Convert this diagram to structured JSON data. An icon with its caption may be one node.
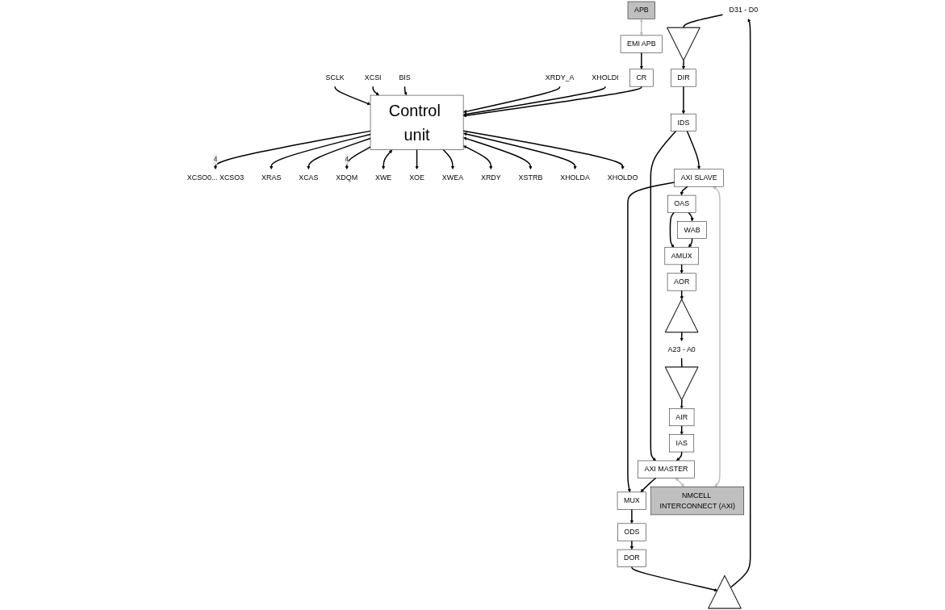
{
  "diagram": {
    "nodes": [
      {
        "text": [
          "SCLK"
        ]
      },
      {
        "text": [
          "XCSO0... XCSO3"
        ]
      },
      {
        "text": [
          "XCSI"
        ]
      },
      {
        "text": [
          "XRAS"
        ]
      },
      {
        "text": [
          "XCAS"
        ]
      },
      {
        "text": [
          "XDQM"
        ]
      },
      {
        "text": [
          "XWE"
        ]
      },
      {
        "text": [
          "XOE"
        ]
      },
      {
        "text": [
          "BIS"
        ]
      },
      {
        "text": [
          "XWEA"
        ]
      },
      {
        "text": [
          "XRDY"
        ]
      },
      {
        "text": [
          "XSTRB"
        ]
      },
      {
        "text": [
          "XRDY_A"
        ]
      },
      {
        "text": [
          "XHOLDA"
        ]
      },
      {
        "text": [
          "XHOLDI"
        ]
      },
      {
        "text": [
          "XHOLDO"
        ]
      },
      {
        "text": [
          "Control unit"
        ]
      },
      {
        "text": [
          "CR"
        ]
      },
      {
        "text": [
          "EMI APB"
        ]
      },
      {
        "text": [
          "APB"
        ]
      },
      {
        "text": [
          "D31 - D0"
        ]
      },
      {
        "text": [
          "A23 - A0"
        ]
      },
      {
        "text": [],
        "shape": "triangle"
      },
      {
        "text": [],
        "shape": "triangle"
      },
      {
        "text": [],
        "shape": "triangle"
      },
      {
        "text": [],
        "shape": "triangle"
      },
      {
        "text": [
          "DOR"
        ]
      },
      {
        "text": [
          "DIR"
        ]
      },
      {
        "text": [
          "AOR"
        ]
      },
      {
        "text": [
          "AIR"
        ]
      },
      {
        "text": [
          "AMUX"
        ]
      },
      {
        "text": [
          "ODS"
        ]
      },
      {
        "text": [
          "IDS"
        ]
      },
      {
        "text": [
          "WAB"
        ]
      },
      {
        "text": [
          "OAS"
        ]
      },
      {
        "text": [
          "IAS"
        ]
      },
      {
        "text": [
          "MUX"
        ]
      },
      {
        "text": [
          "AXI SLAVE"
        ]
      },
      {
        "text": [
          "AXI MASTER"
        ]
      },
      {
        "text": [
          "NMCELL INTERCONNECT (AXI)"
        ]
      }
    ],
    "edges": [
      {
        "from": 0,
        "to": 16,
        "arrow": "to"
      },
      {
        "from": 16,
        "to": 1,
        "arrow": "to",
        "label": "4"
      },
      {
        "from": 2,
        "to": 16,
        "arrow": "to"
      },
      {
        "from": 16,
        "to": 3,
        "arrow": "to"
      },
      {
        "from": 16,
        "to": 4,
        "arrow": "to"
      },
      {
        "from": 16,
        "to": 5,
        "arrow": "to",
        "label": "4"
      },
      {
        "from": 16,
        "to": 6,
        "arrow": "both"
      },
      {
        "from": 16,
        "to": 7,
        "arrow": "to"
      },
      {
        "from": 8,
        "to": 16,
        "arrow": "to"
      },
      {
        "from": 16,
        "to": 9,
        "arrow": "to"
      },
      {
        "from": 16,
        "to": 10,
        "arrow": "both"
      },
      {
        "from": 16,
        "to": 11,
        "arrow": "both"
      },
      {
        "from": 12,
        "to": 16,
        "arrow": "to"
      },
      {
        "from": 16,
        "to": 13,
        "arrow": "both"
      },
      {
        "from": 14,
        "to": 16,
        "arrow": "to"
      },
      {
        "from": 16,
        "to": 15,
        "arrow": "to"
      },
      {
        "from": 17,
        "to": 16,
        "arrow": "to"
      },
      {
        "from": 18,
        "to": 17,
        "arrow": "to"
      },
      {
        "from": 19,
        "to": 18,
        "arrow": "both",
        "color": "#bfbfbf"
      },
      {
        "from": 22,
        "to": 20,
        "arrow": "to"
      },
      {
        "from": 20,
        "to": 23,
        "arrow": "none"
      },
      {
        "from": 26,
        "to": 22,
        "arrow": "to"
      },
      {
        "from": 23,
        "to": 27,
        "arrow": "to"
      },
      {
        "from": 31,
        "to": 26,
        "arrow": "to"
      },
      {
        "from": 27,
        "to": 32,
        "arrow": "to"
      },
      {
        "from": 36,
        "to": 31,
        "arrow": "to"
      },
      {
        "from": 32,
        "to": 37,
        "arrow": "to"
      },
      {
        "from": 32,
        "to": 38,
        "arrow": "to"
      },
      {
        "from": 37,
        "to": 36,
        "arrow": "to"
      },
      {
        "from": 38,
        "to": 36,
        "arrow": "to"
      },
      {
        "from": 37,
        "to": 34,
        "arrow": "to"
      },
      {
        "from": 34,
        "to": 30,
        "arrow": "to"
      },
      {
        "from": 34,
        "to": 33,
        "arrow": "to"
      },
      {
        "from": 33,
        "to": 30,
        "arrow": "to"
      },
      {
        "from": 30,
        "to": 28,
        "arrow": "to"
      },
      {
        "from": 28,
        "to": 24,
        "arrow": "to"
      },
      {
        "from": 24,
        "to": 21,
        "arrow": "to"
      },
      {
        "from": 21,
        "to": 25,
        "arrow": "none"
      },
      {
        "from": 25,
        "to": 29,
        "arrow": "to"
      },
      {
        "from": 29,
        "to": 35,
        "arrow": "to"
      },
      {
        "from": 35,
        "to": 38,
        "arrow": "to"
      },
      {
        "from": 39,
        "to": 37,
        "arrow": "both",
        "color": "#bfbfbf"
      },
      {
        "from": 38,
        "to": 39,
        "arrow": "both",
        "color": "#bfbfbf"
      }
    ]
  }
}
